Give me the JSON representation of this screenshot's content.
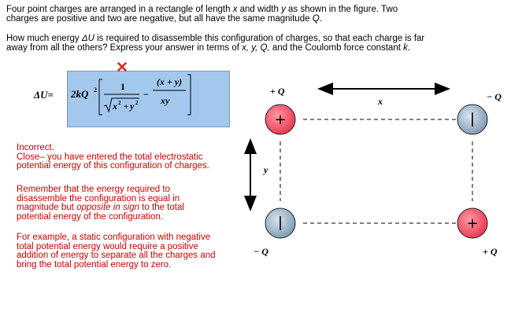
{
  "question": {
    "p1_a": "Four point charges are arranged in a rectangle of length ",
    "p1_x": "x",
    "p1_b": " and width ",
    "p1_y": "y",
    "p1_c": " as shown in the figure. Two",
    "p1_line2_a": "charges are positive and two are negative, but all have the same magnitude ",
    "p1_Q": "Q",
    "p1_line2_b": ".",
    "p2_a": "How much energy ",
    "p2_du": "ΔU",
    "p2_b": " is required to disassemble this configuration of charges, so that each charge is far",
    "p2_line2_a": "away from all the others? Express your answer in terms of ",
    "p2_vars": "x, y, Q,",
    "p2_line2_b": " and the Coulomb force constant ",
    "p2_k": "k",
    "p2_end": "."
  },
  "answer": {
    "label": "ΔU=",
    "coef": "2kQ",
    "exp2": "2",
    "one": "1",
    "x2": "x",
    "plus": "+",
    "y2": "y",
    "minus": "−",
    "num2": "(x + y)",
    "den2": "xy"
  },
  "feedback": {
    "status": "Incorrect.",
    "line1": "Close– you have entered the total electrostatic",
    "line2": "potential energy of this configuration of charges.",
    "p2_l1": "Remember that the energy required to",
    "p2_l2": "disassemble the configuration is equal in",
    "p2_l3a": "magnitude but ",
    "p2_l3em": "opposite in sign",
    "p2_l3b": " to the total",
    "p2_l4": "potential energy of the configuration.",
    "p3_l1": "For example, a static configuration with negative",
    "p3_l2": "total potential energy would require a positive",
    "p3_l3": "addition of energy to separate all the charges and",
    "p3_l4": "bring the total potential energy to zero."
  },
  "figure": {
    "top_left_label": "+ Q",
    "top_right_label": "− Q",
    "bottom_left_label": "− Q",
    "bottom_right_label": "+ Q",
    "plus_sign": "+",
    "minus_sign": "−",
    "length_label": "x",
    "width_label": "y",
    "colors": {
      "positive": "#e8384f",
      "negative": "#8fa8bf",
      "answer_box": "#a3c8ee",
      "feedback_text": "#cc0000"
    }
  },
  "icons": {
    "incorrect": "x-mark-icon"
  }
}
